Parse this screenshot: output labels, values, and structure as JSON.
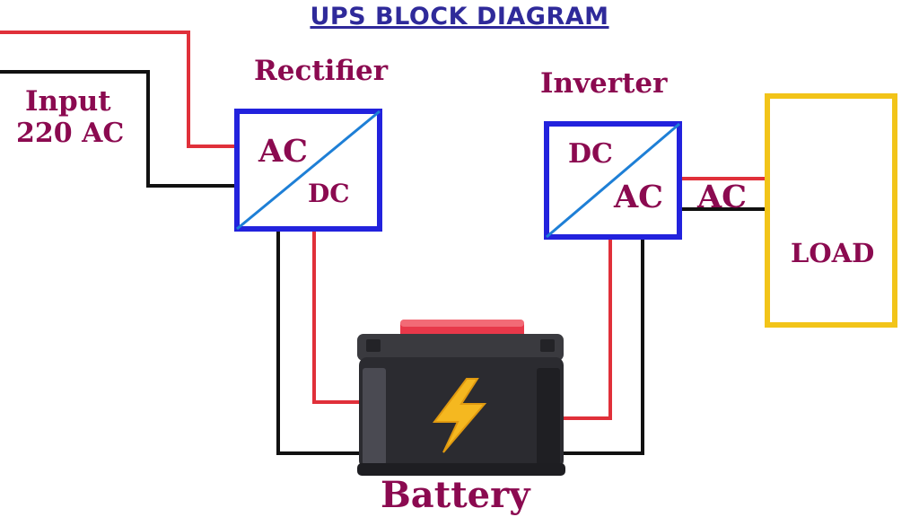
{
  "title": "UPS BLOCK DIAGRAM",
  "input": {
    "line1": "Input",
    "line2": "220 AC"
  },
  "rectifier": {
    "name": "Rectifier",
    "in": "AC",
    "out": "DC"
  },
  "inverter": {
    "name": "Inverter",
    "in": "DC",
    "out": "AC"
  },
  "output_label": "AC",
  "load": "LOAD",
  "battery": "Battery",
  "colors": {
    "title": "#2f2a9a",
    "label": "#8b0a50",
    "block_border": "#2222dd",
    "diagonal": "#1e7fd6",
    "live_wire": "#e0303a",
    "neutral_wire": "#111111",
    "load_border": "#f2c419"
  }
}
